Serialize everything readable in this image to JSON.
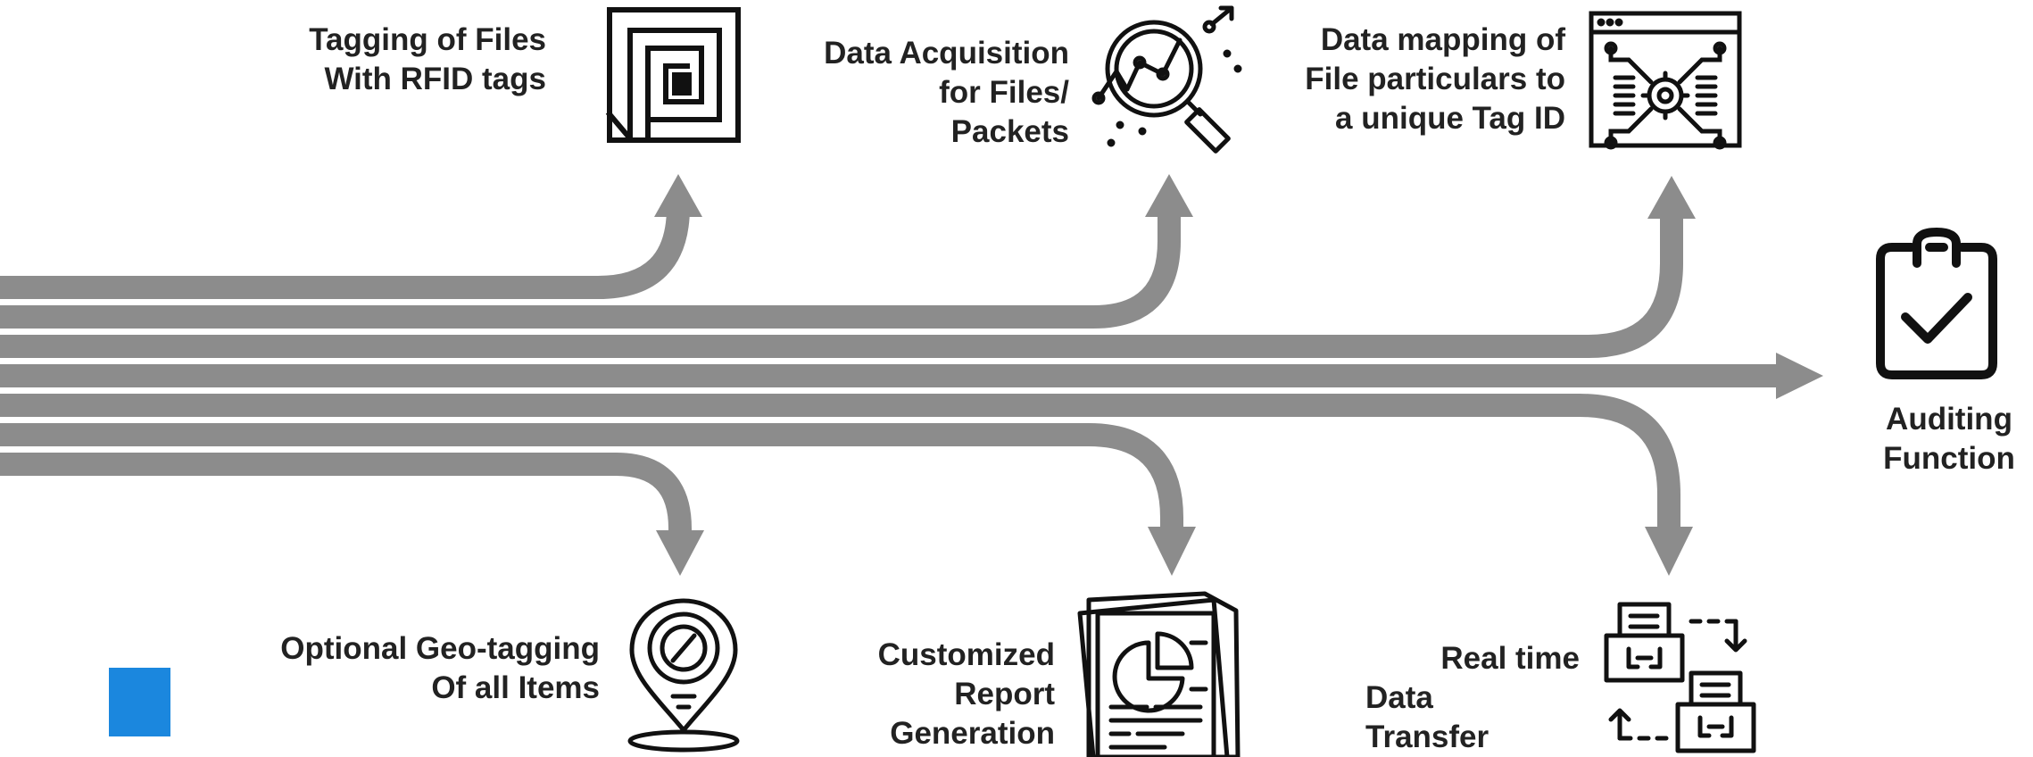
{
  "diagram": {
    "nodes": [
      {
        "id": "tagging",
        "label": "Tagging of Files\nWith RFID tags",
        "icon": "rfid-tag-icon"
      },
      {
        "id": "acquisition",
        "label": "Data Acquisition\nfor Files/\nPackets",
        "icon": "data-analysis-icon"
      },
      {
        "id": "mapping",
        "label": "Data mapping of\nFile particulars to\na unique Tag ID",
        "icon": "settings-browser-icon"
      },
      {
        "id": "auditing",
        "label": "Auditing\nFunction",
        "icon": "clipboard-check-icon"
      },
      {
        "id": "geotag",
        "label": "Optional Geo-tagging\nOf all Items",
        "icon": "map-pin-icon"
      },
      {
        "id": "report",
        "label": "Customized\nReport\nGeneration",
        "icon": "report-pie-chart-icon"
      },
      {
        "id": "transfer_a",
        "label": "Real time",
        "icon": "data-transfer-icon"
      },
      {
        "id": "transfer_b",
        "label": "Data\nTransfer"
      }
    ],
    "edges": [
      {
        "to": "tagging",
        "direction": "up"
      },
      {
        "to": "acquisition",
        "direction": "up"
      },
      {
        "to": "mapping",
        "direction": "up"
      },
      {
        "to": "auditing",
        "direction": "right"
      },
      {
        "to": "report",
        "direction": "down"
      },
      {
        "to": "geotag",
        "direction": "down"
      },
      {
        "to": "transfer_a",
        "direction": "down"
      }
    ]
  },
  "colors": {
    "flow": "#8c8c8c",
    "icon": "#111111",
    "text": "#222222",
    "accent": "#1b87de"
  }
}
